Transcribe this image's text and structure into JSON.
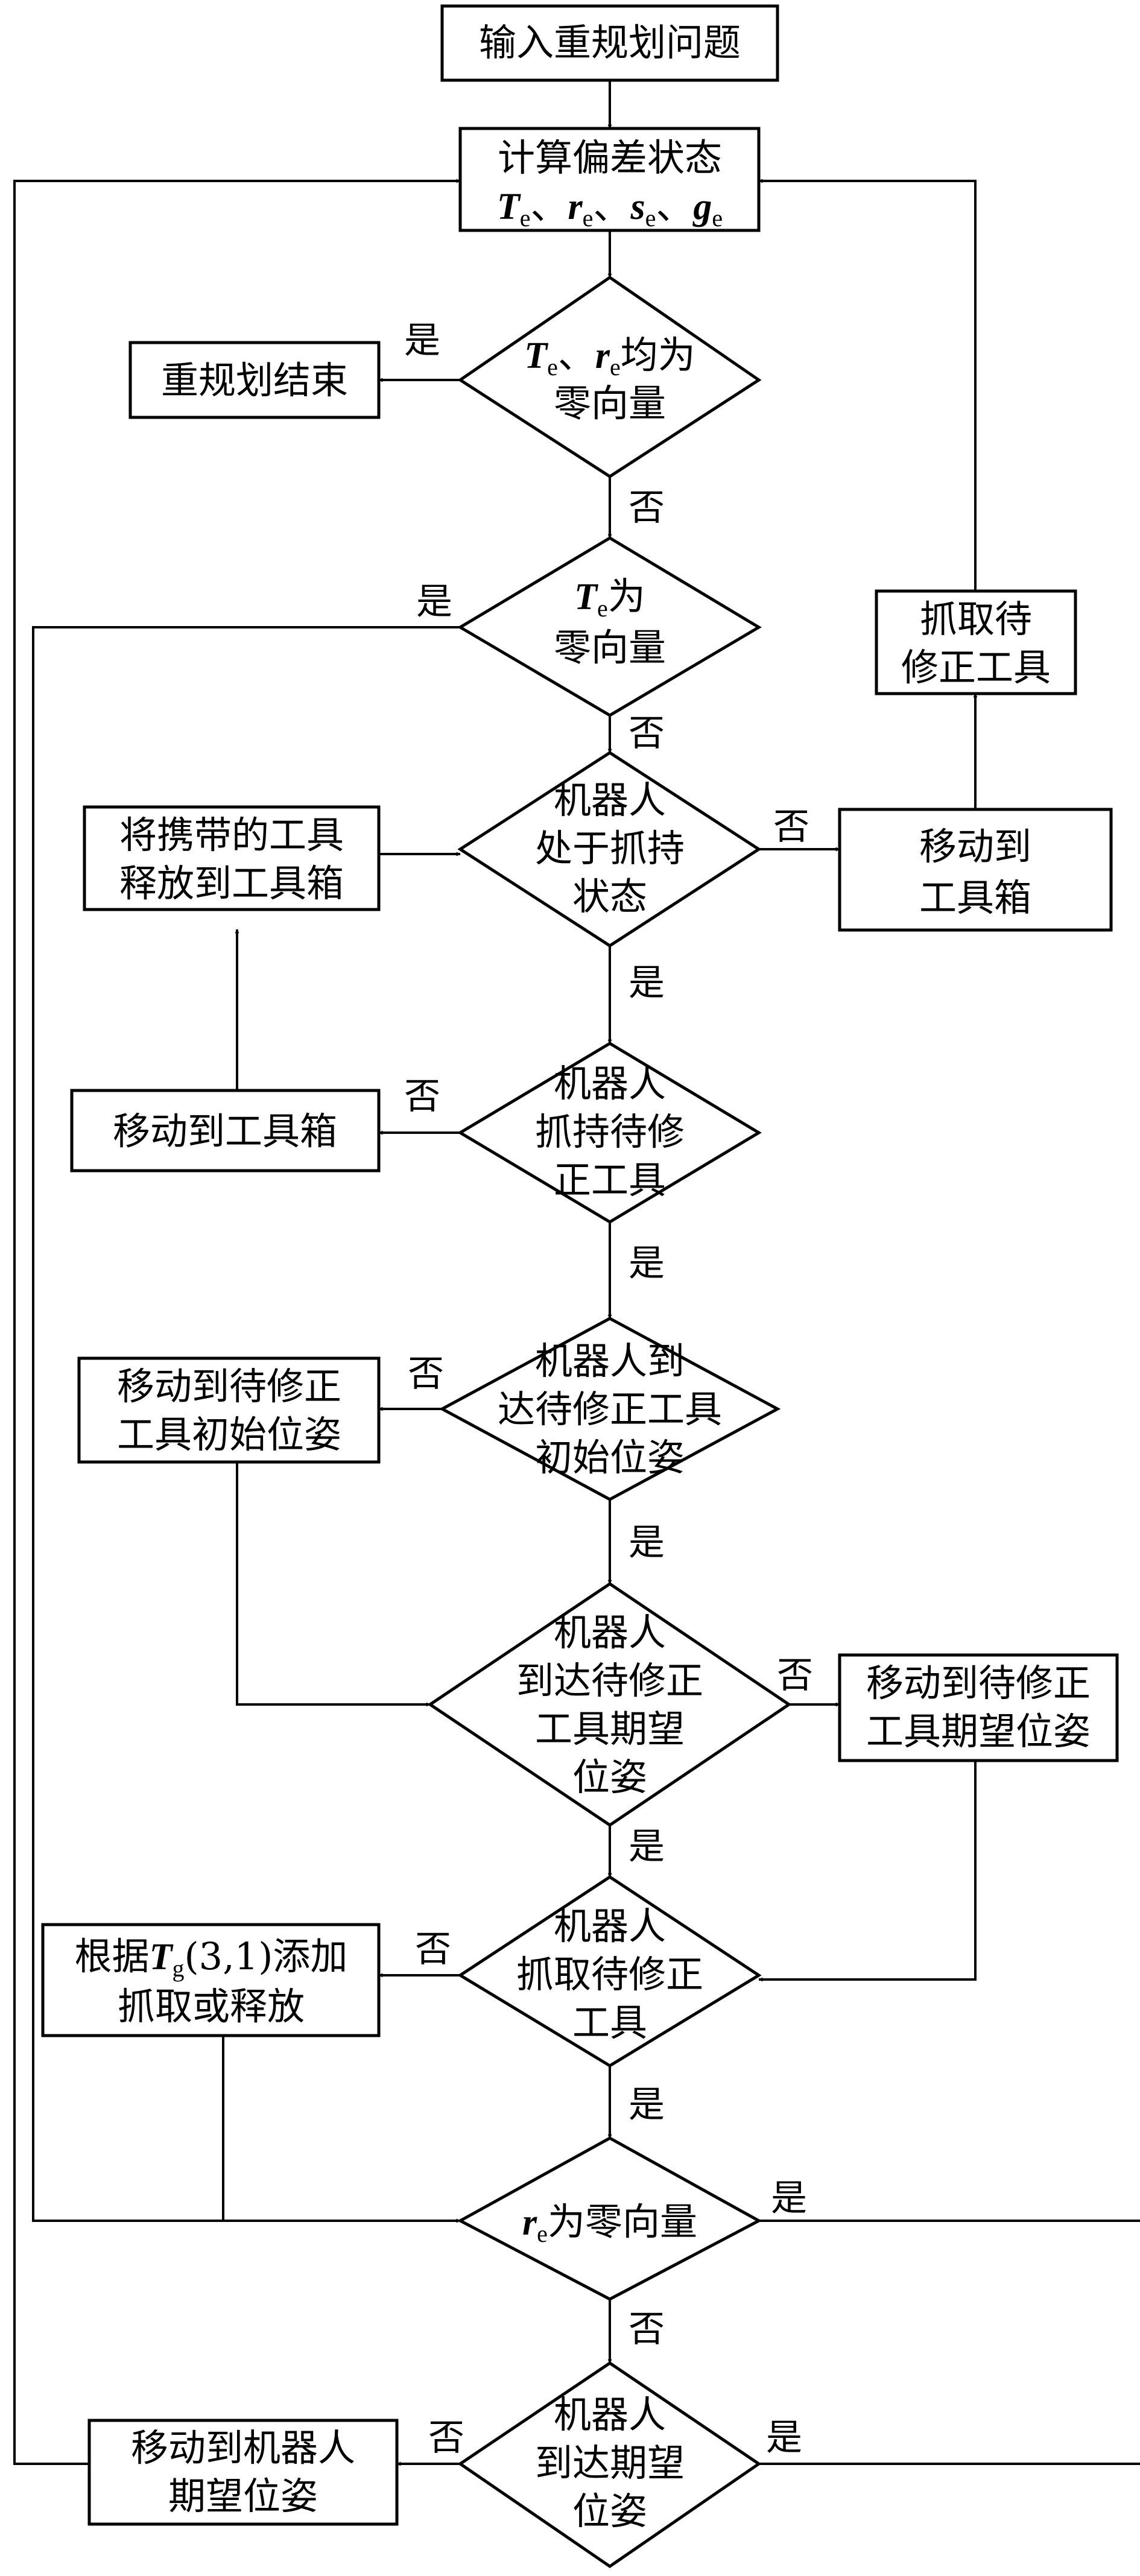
{
  "nodes": {
    "start": "输入重规划问题",
    "calc_deviation": {
      "line1": "计算偏差状态",
      "line2_vars": [
        "T",
        "r",
        "s",
        "g"
      ],
      "subscript": "e",
      "separator": "、"
    },
    "check_Te_re_zero": {
      "var1": "T",
      "var2": "r",
      "subscript": "e",
      "sep": "、",
      "line1_tail": "均为",
      "line2": "零向量"
    },
    "replan_end": "重规划结束",
    "check_Te_zero": {
      "var": "T",
      "subscript": "e",
      "line1_tail": "为",
      "line2": "零向量"
    },
    "check_holding": [
      "机器人",
      "处于抓持",
      "状态"
    ],
    "release_tool": [
      "将携带的工具",
      "释放到工具箱"
    ],
    "move_toolbox_right": [
      "移动到",
      "工具箱"
    ],
    "grab_tool_right": [
      "抓取待",
      "修正工具"
    ],
    "check_holding_target": [
      "机器人",
      "抓持待修",
      "正工具"
    ],
    "move_toolbox_left": "移动到工具箱",
    "check_at_initial": [
      "机器人到",
      "达待修正工具",
      "初始位姿"
    ],
    "move_to_initial": [
      "移动到待修正",
      "工具初始位姿"
    ],
    "check_at_desired_tool": [
      "机器人",
      "到达待修正",
      "工具期望",
      "位姿"
    ],
    "move_to_desired_tool": [
      "移动到待修正",
      "工具期望位姿"
    ],
    "check_grabbed": [
      "机器人",
      "抓取待修正",
      "工具"
    ],
    "add_grab_release": {
      "prefix": "根据",
      "var": "T",
      "subscript": "g",
      "suffix": "(3,1)添加",
      "line2": "抓取或释放"
    },
    "check_re_zero": {
      "var": "r",
      "subscript": "e",
      "tail": "为零向量"
    },
    "check_at_robot_desired": [
      "机器人",
      "到达期望",
      "位姿"
    ],
    "move_robot_desired": [
      "移动到机器人",
      "期望位姿"
    ]
  },
  "labels": {
    "yes": "是",
    "no": "否"
  }
}
